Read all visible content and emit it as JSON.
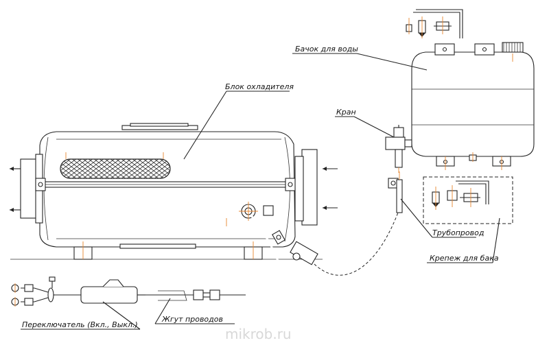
{
  "labels": {
    "cooler_unit": "Блок охладителя",
    "water_tank": "Бачок для воды",
    "valve": "Кран",
    "pipeline": "Трубопровод",
    "tank_mount": "Крепеж для бака",
    "switch": "Переключатель (Вкл., Выкл.)",
    "wire_harness": "Жгут проводов"
  },
  "watermark": "mikrob.ru",
  "colors": {
    "line": "#222222",
    "centerline": "#e8842c",
    "watermark": "#d8d8d8"
  }
}
